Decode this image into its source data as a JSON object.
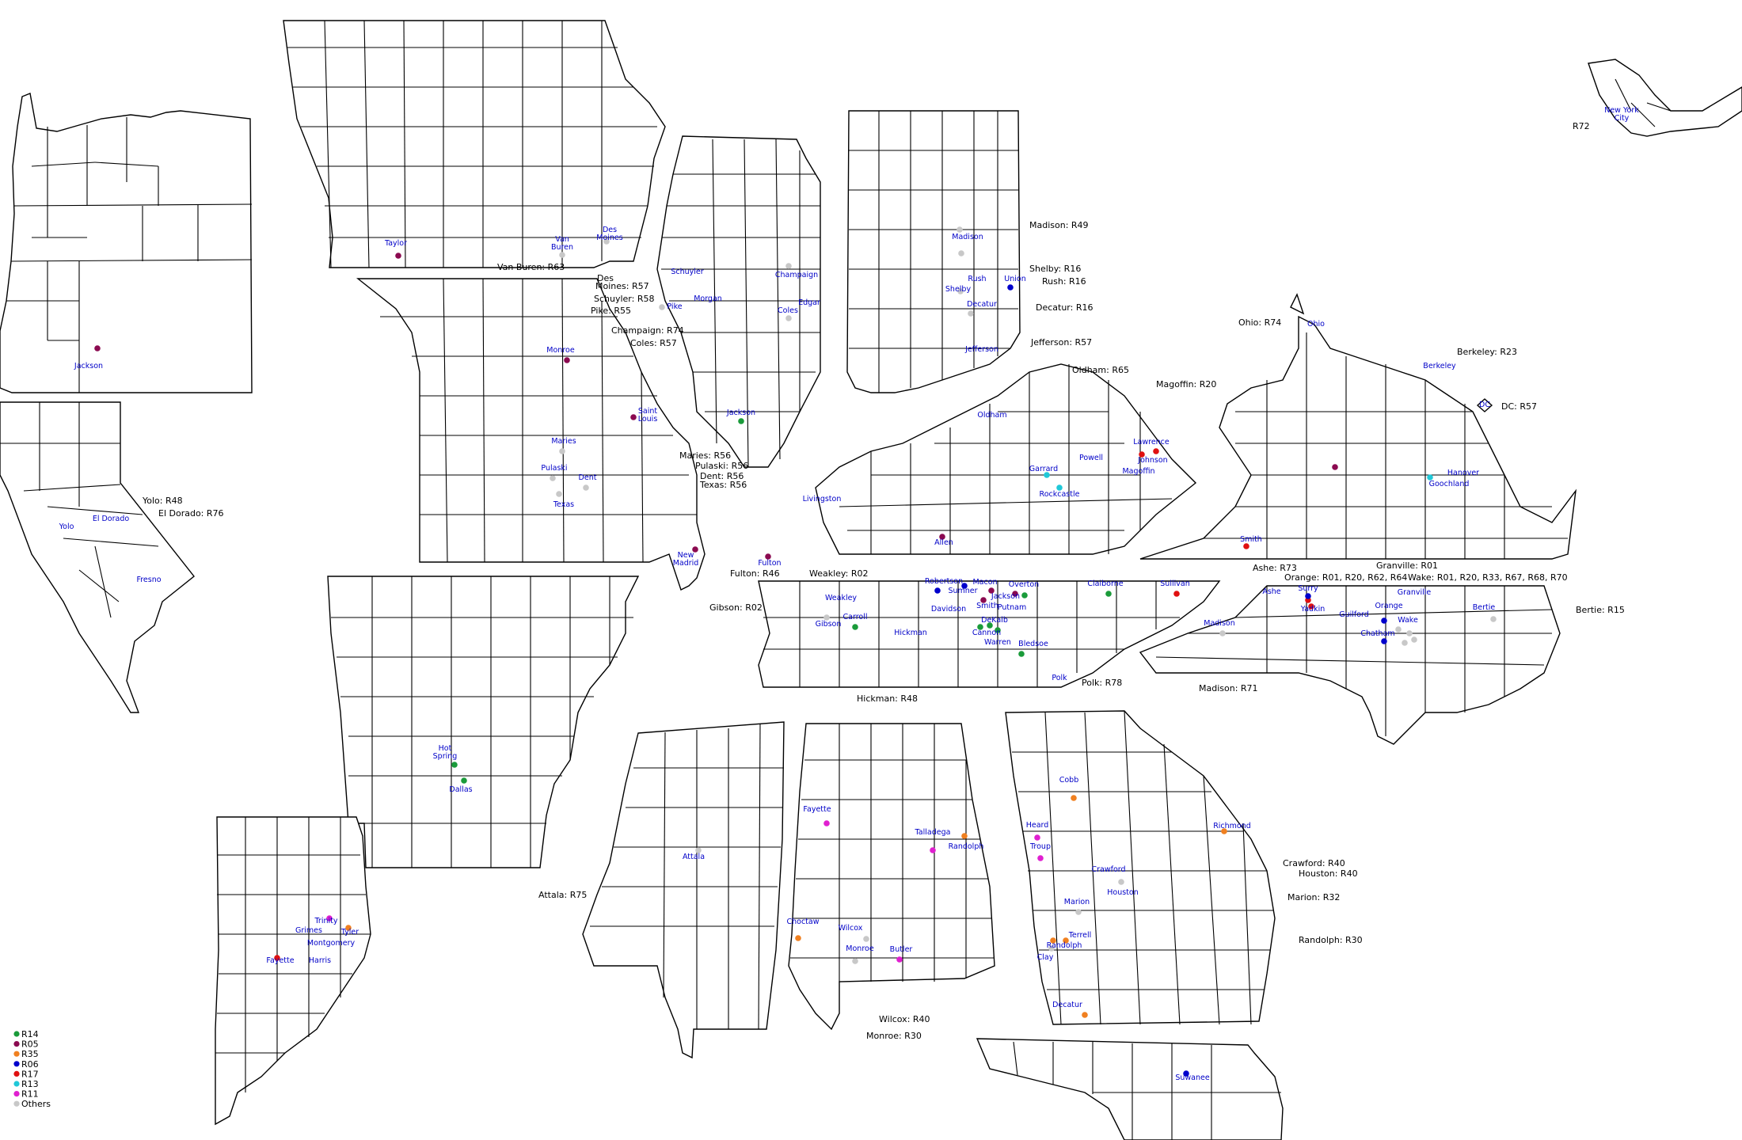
{
  "colors": {
    "R14": "#1a9b3a",
    "R05": "#8b0a50",
    "R35": "#f08020",
    "R06": "#0000cc",
    "R17": "#e01010",
    "R13": "#20c8d8",
    "R11": "#e020d0",
    "Others": "#c8c8c8",
    "county_label": "#0000c8",
    "note_text": "#000000",
    "border": "#000000"
  },
  "legend": [
    {
      "key": "R14",
      "label": "R14"
    },
    {
      "key": "R05",
      "label": "R05"
    },
    {
      "key": "R35",
      "label": "R35"
    },
    {
      "key": "R06",
      "label": "R06"
    },
    {
      "key": "R17",
      "label": "R17"
    },
    {
      "key": "R13",
      "label": "R13"
    },
    {
      "key": "R11",
      "label": "R11"
    },
    {
      "key": "Others",
      "label": "Others"
    }
  ],
  "county_labels": [
    [
      "Jackson"
    ],
    [
      "Yolo"
    ],
    [
      "El Dorado"
    ],
    [
      "Fresno"
    ],
    [
      "Taylor"
    ],
    [
      "Van",
      "Buren"
    ],
    [
      "Des",
      "Moines"
    ],
    [
      "Monroe"
    ],
    [
      "Saint",
      "Louis"
    ],
    [
      "Maries"
    ],
    [
      "Pulaski"
    ],
    [
      "Dent"
    ],
    [
      "Texas"
    ],
    [
      "New",
      "Madrid"
    ],
    [
      "Schuyler"
    ],
    [
      "Pike"
    ],
    [
      "Morgan"
    ],
    [
      "Champaign"
    ],
    [
      "Coles"
    ],
    [
      "Edgar"
    ],
    [
      "Jackson"
    ],
    [
      "Madison"
    ],
    [
      "Rush"
    ],
    [
      "Shelby"
    ],
    [
      "Union"
    ],
    [
      "Decatur"
    ],
    [
      "Jefferson"
    ],
    [
      "Oldham"
    ],
    [
      "Livingston"
    ],
    [
      "Fulton"
    ],
    [
      "Garrard"
    ],
    [
      "Rockcastle"
    ],
    [
      "Powell"
    ],
    [
      "Lawrence"
    ],
    [
      "Johnson"
    ],
    [
      "Magoffin"
    ],
    [
      "Allen"
    ],
    [
      "Ohio"
    ],
    [
      "Berkeley"
    ],
    [
      "DC"
    ],
    [
      "Hanover"
    ],
    [
      "Goochland"
    ],
    [
      "Smith"
    ],
    [
      "Robertson"
    ],
    [
      "Sumner"
    ],
    [
      "Macon"
    ],
    [
      "Overton"
    ],
    [
      "Jackson"
    ],
    [
      "Davidson"
    ],
    [
      "Smith"
    ],
    [
      "Putnam"
    ],
    [
      "DeKalb"
    ],
    [
      "Cannon"
    ],
    [
      "Warren"
    ],
    [
      "Bledsoe"
    ],
    [
      "Claiborne"
    ],
    [
      "Sullivan"
    ],
    [
      "Weakley"
    ],
    [
      "Carroll"
    ],
    [
      "Gibson"
    ],
    [
      "Hickman"
    ],
    [
      "Polk"
    ],
    [
      "Ashe"
    ],
    [
      "Surry"
    ],
    [
      "Yadkin"
    ],
    [
      "Guilford"
    ],
    [
      "Orange"
    ],
    [
      "Granville"
    ],
    [
      "Chatham"
    ],
    [
      "Wake"
    ],
    [
      "Bertie"
    ],
    [
      "Madison"
    ],
    [
      "Hot",
      "Spring"
    ],
    [
      "Dallas"
    ],
    [
      "Trinity"
    ],
    [
      "Tyler"
    ],
    [
      "Grimes"
    ],
    [
      "Montgomery"
    ],
    [
      "Fayette"
    ],
    [
      "Harris"
    ],
    [
      "Attala"
    ],
    [
      "Fayette"
    ],
    [
      "Talladega"
    ],
    [
      "Randolph"
    ],
    [
      "Choctaw"
    ],
    [
      "Wilcox"
    ],
    [
      "Monroe"
    ],
    [
      "Butler"
    ],
    [
      "Cobb"
    ],
    [
      "Heard"
    ],
    [
      "Troup"
    ],
    [
      "Richmond"
    ],
    [
      "Crawford"
    ],
    [
      "Houston"
    ],
    [
      "Marion"
    ],
    [
      "Terrell"
    ],
    [
      "Randolph"
    ],
    [
      "Clay"
    ],
    [
      "Decatur"
    ],
    [
      "Suwanee"
    ],
    [
      "New York",
      "City"
    ]
  ],
  "annotations": [
    "Yolo: R48",
    "El Dorado: R76",
    "Van Buren: R63",
    "Des",
    "Moines: R57",
    "Schuyler: R58",
    "Pike: R55",
    "Champaign: R74",
    "Coles: R57",
    "Maries: R56",
    "Pulaski: R56",
    "Dent: R56",
    "Texas: R56",
    "Fulton: R46",
    "Weakley: R02",
    "Gibson: R02",
    "Madison: R49",
    "Shelby: R16",
    "Rush: R16",
    "Decatur: R16",
    "Jefferson: R57",
    "Oldham: R65",
    "Magoffin: R20",
    "Ohio: R74",
    "Berkeley: R23",
    "DC: R57",
    "Ashe: R73",
    "Granville: R01",
    "Orange: R01, R20, R62, R64",
    "Wake: R01, R20, R33, R67, R68, R70",
    "Bertie: R15",
    "Polk: R78",
    "Madison: R71",
    "Hickman: R48",
    "Attala: R75",
    "Crawford: R40",
    "Houston: R40",
    "Marion: R32",
    "Randolph: R30",
    "Wilcox: R40",
    "Monroe: R30",
    "R72"
  ]
}
